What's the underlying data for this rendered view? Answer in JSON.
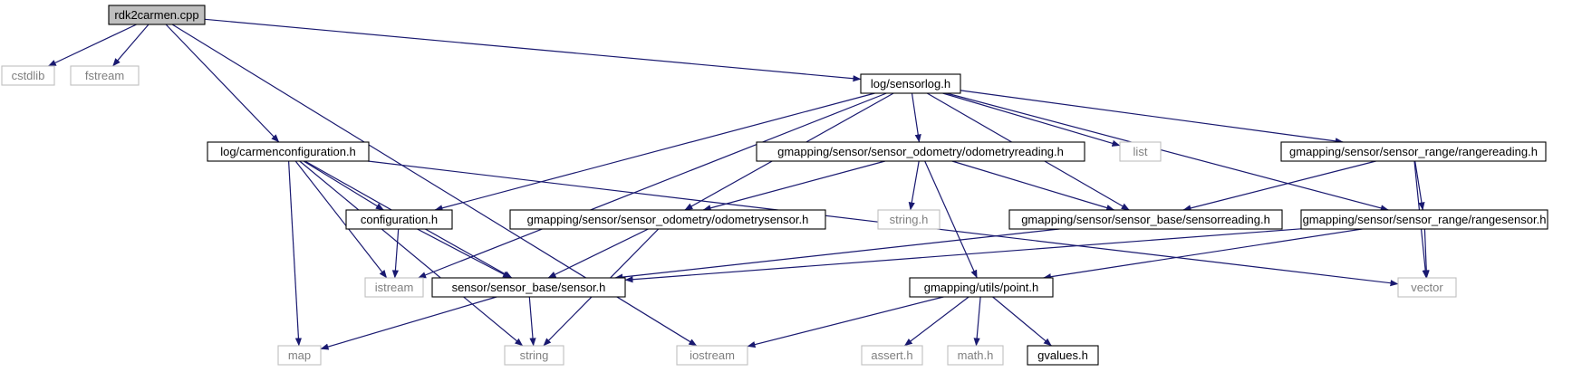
{
  "diagram": {
    "nodes": [
      {
        "id": "rdk2carmen",
        "label": "rdk2carmen.cpp",
        "kind": "root"
      },
      {
        "id": "cstdlib",
        "label": "cstdlib",
        "kind": "external"
      },
      {
        "id": "fstream",
        "label": "fstream",
        "kind": "external"
      },
      {
        "id": "sensorlog",
        "label": "log/sensorlog.h",
        "kind": "file"
      },
      {
        "id": "carmenconfiguration",
        "label": "log/carmenconfiguration.h",
        "kind": "file"
      },
      {
        "id": "iostream",
        "label": "iostream",
        "kind": "external"
      },
      {
        "id": "configuration",
        "label": "configuration.h",
        "kind": "file"
      },
      {
        "id": "odometryreading",
        "label": "gmapping/sensor/sensor_odometry/odometryreading.h",
        "kind": "file"
      },
      {
        "id": "list",
        "label": "list",
        "kind": "external"
      },
      {
        "id": "rangereading",
        "label": "gmapping/sensor/sensor_range/rangereading.h",
        "kind": "file"
      },
      {
        "id": "odometrysensor",
        "label": "gmapping/sensor/sensor_odometry/odometrysensor.h",
        "kind": "file"
      },
      {
        "id": "stringh",
        "label": "string.h",
        "kind": "external"
      },
      {
        "id": "sensorreading",
        "label": "gmapping/sensor/sensor_base/sensorreading.h",
        "kind": "file"
      },
      {
        "id": "rangesensor",
        "label": "gmapping/sensor/sensor_range/rangesensor.h",
        "kind": "file"
      },
      {
        "id": "istream",
        "label": "istream",
        "kind": "external"
      },
      {
        "id": "sensor",
        "label": "sensor/sensor_base/sensor.h",
        "kind": "file"
      },
      {
        "id": "point",
        "label": "gmapping/utils/point.h",
        "kind": "file"
      },
      {
        "id": "vector",
        "label": "vector",
        "kind": "external"
      },
      {
        "id": "map",
        "label": "map",
        "kind": "external"
      },
      {
        "id": "string",
        "label": "string",
        "kind": "external"
      },
      {
        "id": "asserth",
        "label": "assert.h",
        "kind": "external"
      },
      {
        "id": "mathh",
        "label": "math.h",
        "kind": "external"
      },
      {
        "id": "gvalues",
        "label": "gvalues.h",
        "kind": "file"
      }
    ],
    "edges": [
      [
        "rdk2carmen",
        "cstdlib"
      ],
      [
        "rdk2carmen",
        "fstream"
      ],
      [
        "rdk2carmen",
        "sensorlog"
      ],
      [
        "rdk2carmen",
        "carmenconfiguration"
      ],
      [
        "rdk2carmen",
        "iostream"
      ],
      [
        "sensorlog",
        "configuration"
      ],
      [
        "sensorlog",
        "istream"
      ],
      [
        "sensorlog",
        "odometrysensor"
      ],
      [
        "sensorlog",
        "odometryreading"
      ],
      [
        "sensorlog",
        "sensorreading"
      ],
      [
        "sensorlog",
        "list"
      ],
      [
        "sensorlog",
        "rangereading"
      ],
      [
        "sensorlog",
        "rangesensor"
      ],
      [
        "carmenconfiguration",
        "configuration"
      ],
      [
        "carmenconfiguration",
        "istream"
      ],
      [
        "carmenconfiguration",
        "map"
      ],
      [
        "carmenconfiguration",
        "string"
      ],
      [
        "carmenconfiguration",
        "sensor"
      ],
      [
        "carmenconfiguration",
        "vector"
      ],
      [
        "configuration",
        "istream"
      ],
      [
        "configuration",
        "sensor"
      ],
      [
        "odometryreading",
        "odometrysensor"
      ],
      [
        "odometryreading",
        "stringh"
      ],
      [
        "odometryreading",
        "sensorreading"
      ],
      [
        "odometryreading",
        "point"
      ],
      [
        "rangereading",
        "sensorreading"
      ],
      [
        "rangereading",
        "rangesensor"
      ],
      [
        "rangereading",
        "vector"
      ],
      [
        "odometrysensor",
        "sensor"
      ],
      [
        "odometrysensor",
        "string"
      ],
      [
        "sensorreading",
        "sensor"
      ],
      [
        "rangesensor",
        "sensor"
      ],
      [
        "rangesensor",
        "point"
      ],
      [
        "rangesensor",
        "vector"
      ],
      [
        "sensor",
        "map"
      ],
      [
        "sensor",
        "string"
      ],
      [
        "point",
        "iostream"
      ],
      [
        "point",
        "asserth"
      ],
      [
        "point",
        "mathh"
      ],
      [
        "point",
        "gvalues"
      ]
    ]
  }
}
